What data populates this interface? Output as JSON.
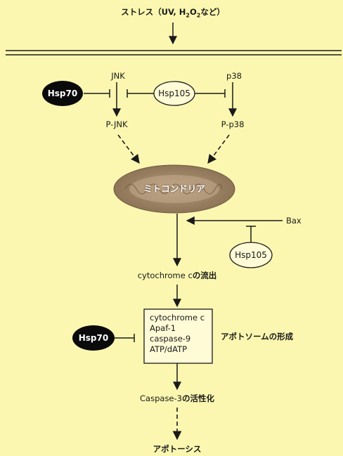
{
  "stress": {
    "text": "ストレス（UV, H",
    "sub1": "2",
    "mid": "O",
    "sub2": "2",
    "tail": "など）"
  },
  "jnk": "JNK",
  "p38": "p38",
  "hsp70_top": "Hsp70",
  "hsp105_top": "Hsp105",
  "pjnk": "P-JNK",
  "pp38": "P-p38",
  "mitochondria": "ミトコンドリア",
  "bax": "Bax",
  "hsp105_bottom": "Hsp105",
  "cytc_release": {
    "prefix": "cytochrome c",
    "suffix": "の流出"
  },
  "apoptosome_box": {
    "lines": [
      "cytochrome c",
      "Apaf-1",
      "caspase-9",
      "ATP/dATP"
    ]
  },
  "hsp70_bottom": "Hsp70",
  "apoptosome_label": "アポトソームの形成",
  "caspase3": {
    "prefix": "Caspase-3",
    "suffix": "の活性化"
  },
  "apoptosis": "アポトーシス",
  "colors": {
    "background": "#fbf7b0",
    "mito_fill": "#a48a6c",
    "dark_oval": "#0a0a0a"
  }
}
